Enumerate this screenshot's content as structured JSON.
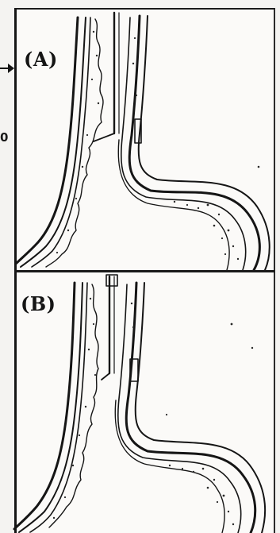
{
  "figure": {
    "panels": [
      {
        "id": "A",
        "label": "(A)"
      },
      {
        "id": "B",
        "label": "(B)"
      }
    ],
    "side_number": "0",
    "line_color": "#151515",
    "background_color": "#fbfaf8"
  }
}
